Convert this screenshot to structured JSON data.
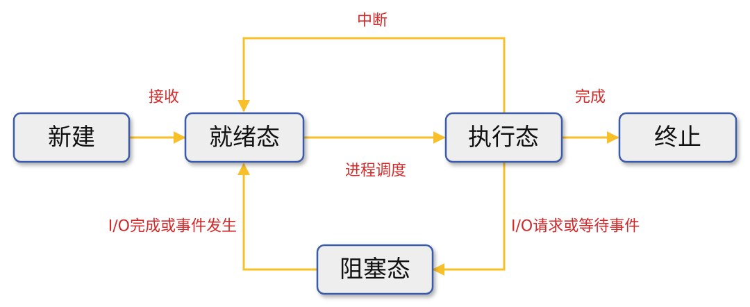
{
  "nodes": {
    "new": "新建",
    "ready": "就绪态",
    "running": "执行态",
    "terminated": "终止",
    "blocked": "阻塞态"
  },
  "edges": {
    "admit": "接收",
    "interrupt": "中断",
    "dispatch": "进程调度",
    "exit": "完成",
    "io_wait": "I/O请求或等待事件",
    "io_done": "I/O完成或事件发生"
  },
  "colors": {
    "arrow": "#f7bf2a",
    "label": "#d22a2a",
    "box_fill": "#eeeeee",
    "box_border": "#3b5aa8"
  }
}
